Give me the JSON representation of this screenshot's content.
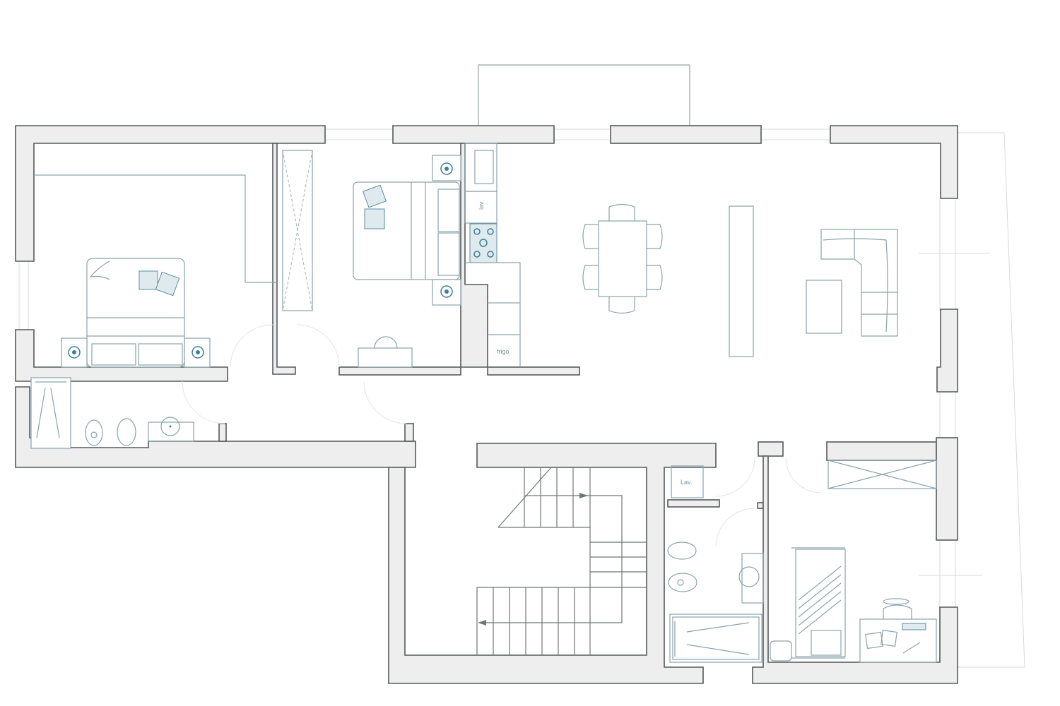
{
  "plan": {
    "type": "floor-plan",
    "colors": {
      "wall_fill": "#eeeeee",
      "wall_stroke": "#555a5c",
      "furniture_stroke": "#8aa3ab",
      "accent_lamp": "#3c7f97",
      "pillow_fill": "#dfeaee"
    },
    "labels": {
      "kitchen_fridge": "frigo",
      "kitchen_dishwasher": "lav.",
      "laundry": "Lav."
    },
    "rooms": [
      {
        "id": "master-bedroom",
        "furniture": [
          "double-bed",
          "nightstand-left",
          "nightstand-right",
          "walk-in-closet"
        ]
      },
      {
        "id": "bedroom-2",
        "furniture": [
          "double-bed",
          "nightstands",
          "wardrobe",
          "desk",
          "stool"
        ]
      },
      {
        "id": "kitchen",
        "furniture": [
          "sink",
          "dishwasher",
          "cooktop",
          "fridge",
          "cabinets"
        ]
      },
      {
        "id": "living-dining",
        "furniture": [
          "dining-table",
          "chairs-6",
          "sideboard",
          "corner-sofa",
          "coffee-table"
        ]
      },
      {
        "id": "bathroom-1",
        "furniture": [
          "shower",
          "toilet",
          "bidet",
          "washbasin"
        ]
      },
      {
        "id": "stairwell",
        "furniture": [
          "staircase"
        ]
      },
      {
        "id": "laundry",
        "furniture": [
          "washing-machine"
        ]
      },
      {
        "id": "bathroom-2",
        "furniture": [
          "bidet",
          "toilet",
          "washbasin",
          "bathtub"
        ]
      },
      {
        "id": "bedroom-3",
        "furniture": [
          "single-bed",
          "wardrobe",
          "desk",
          "chair",
          "pouf"
        ]
      }
    ]
  }
}
